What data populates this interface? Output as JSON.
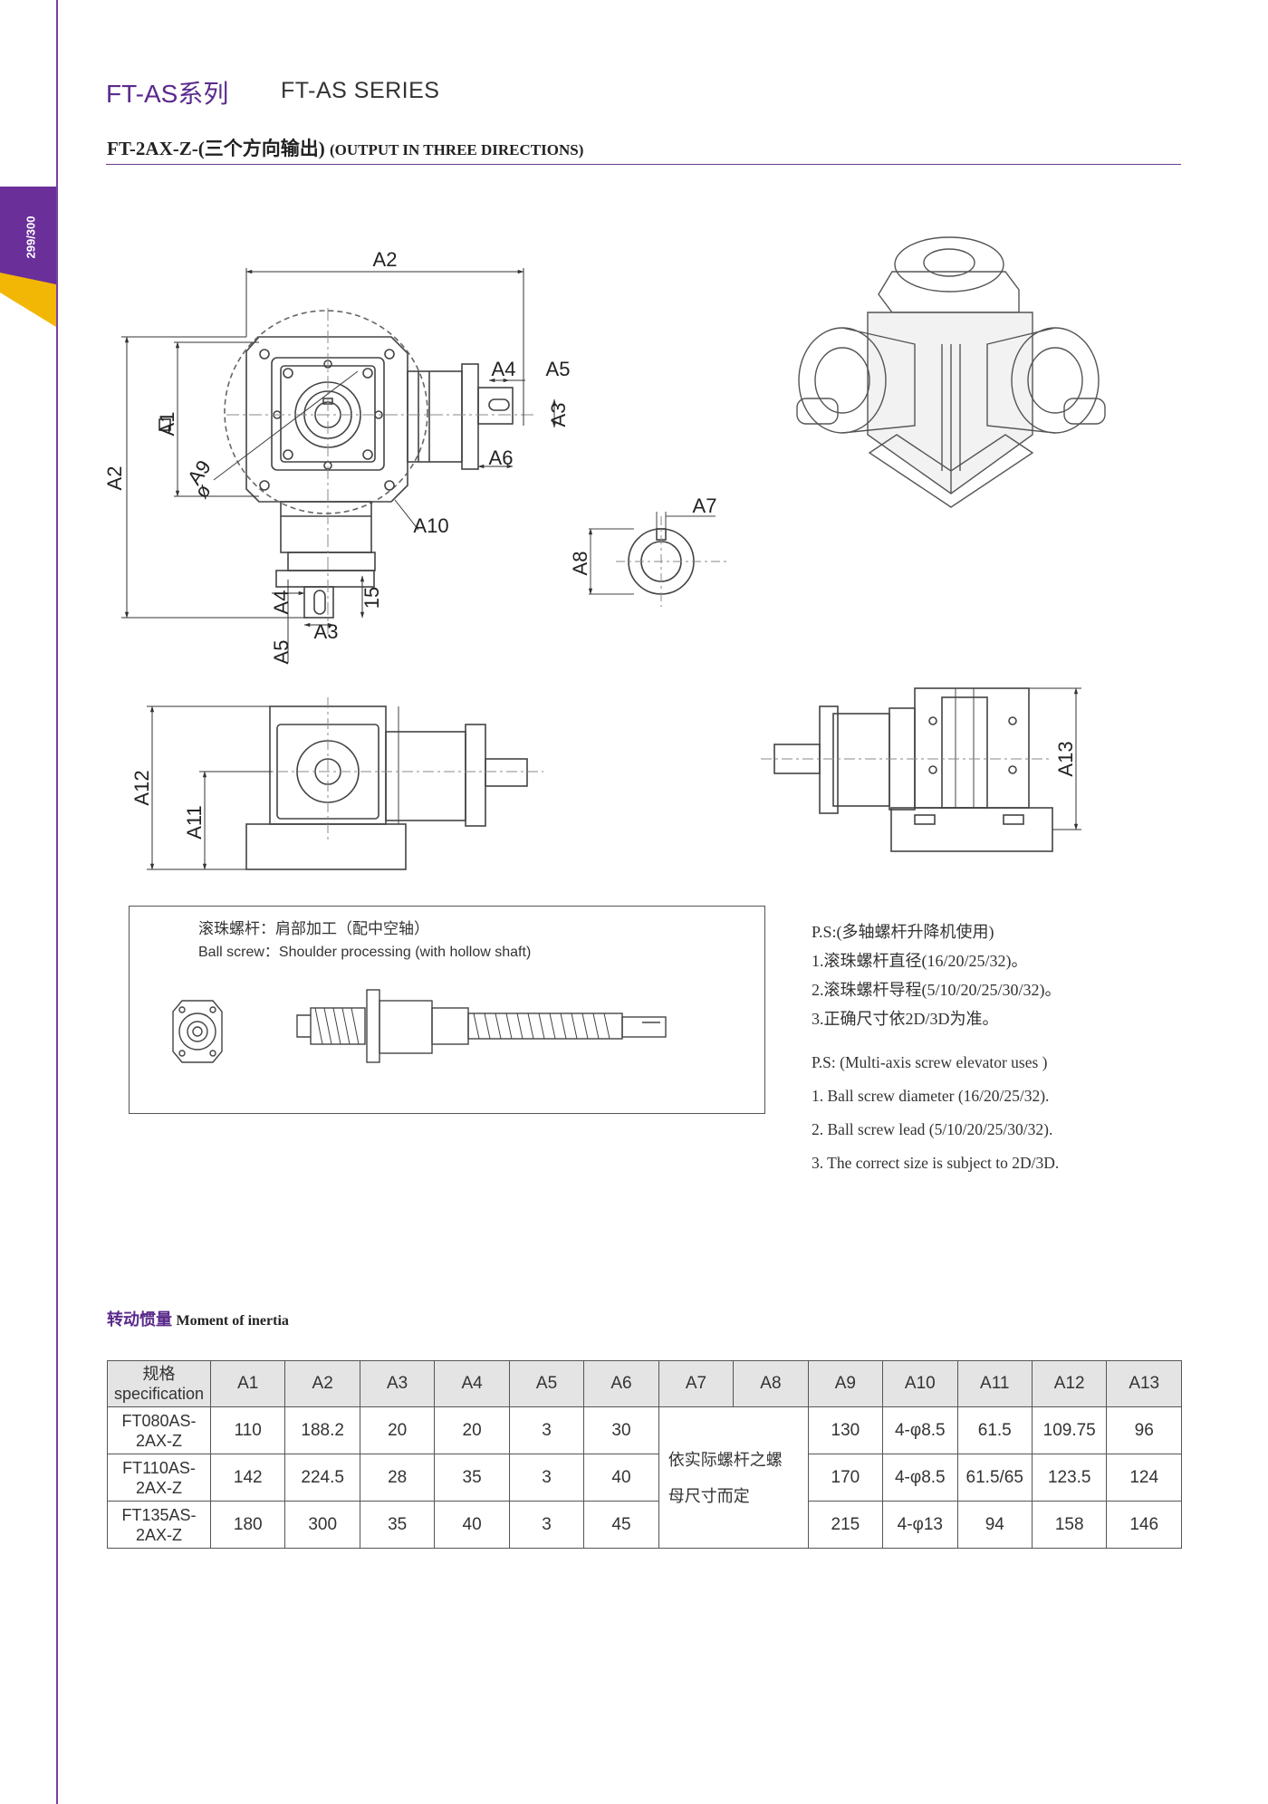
{
  "page_tab": "299/300",
  "header": {
    "series_cn": "FT-AS系列",
    "series_en": "FT-AS SERIES"
  },
  "subtitle": {
    "cn": "FT-2AX-Z-(三个方向输出)",
    "en": "(OUTPUT IN THREE DIRECTIONS)"
  },
  "dimension_labels": {
    "a1": "A1",
    "a2": "A2",
    "a3": "A3",
    "a4": "A4",
    "a5": "A5",
    "a6": "A6",
    "a7": "A7",
    "a8": "A8",
    "a9": "A9",
    "a10": "A10",
    "a11": "A11",
    "a12": "A12",
    "a13": "A13",
    "fifteen": "15"
  },
  "ball_screw": {
    "title_cn": "滚珠螺杆：肩部加工（配中空轴）",
    "title_en": "Ball screw：Shoulder processing (with hollow shaft)"
  },
  "notes": {
    "cn": [
      "P.S:(多轴螺杆升降机使用)",
      "1.滚珠螺杆直径(16/20/25/32)。",
      "2.滚珠螺杆导程(5/10/20/25/30/32)。",
      "3.正确尺寸依2D/3D为准。"
    ],
    "en": [
      "P.S: (Multi-axis screw elevator uses )",
      "1. Ball screw diameter (16/20/25/32).",
      "2. Ball screw lead (5/10/20/25/30/32).",
      "3. The correct size is subject to 2D/3D."
    ]
  },
  "inertia": {
    "title_cn": "转动惯量",
    "title_en": "Moment of inertia"
  },
  "table": {
    "header_spec_cn": "规格",
    "header_spec_en": "specification",
    "columns": [
      "A1",
      "A2",
      "A3",
      "A4",
      "A5",
      "A6",
      "A7",
      "A8",
      "A9",
      "A10",
      "A11",
      "A12",
      "A13"
    ],
    "merged_note": [
      "依实际螺杆之螺",
      "母尺寸而定"
    ],
    "rows": [
      {
        "spec": [
          "FT080AS-",
          "2AX-Z"
        ],
        "a1": "110",
        "a2": "188.2",
        "a3": "20",
        "a4": "20",
        "a5": "3",
        "a6": "30",
        "a9": "130",
        "a10": "4-φ8.5",
        "a11": "61.5",
        "a12": "109.75",
        "a13": "96"
      },
      {
        "spec": [
          "FT110AS-",
          "2AX-Z"
        ],
        "a1": "142",
        "a2": "224.5",
        "a3": "28",
        "a4": "35",
        "a5": "3",
        "a6": "40",
        "a9": "170",
        "a10": "4-φ8.5",
        "a11": "61.5/65",
        "a12": "123.5",
        "a13": "124"
      },
      {
        "spec": [
          "FT135AS-",
          "2AX-Z"
        ],
        "a1": "180",
        "a2": "300",
        "a3": "35",
        "a4": "40",
        "a5": "3",
        "a6": "45",
        "a9": "215",
        "a10": "4-φ13",
        "a11": "94",
        "a12": "158",
        "a13": "146"
      }
    ]
  },
  "colors": {
    "accent_purple": "#6b2f9a",
    "tab_yellow": "#f2b705",
    "line": "#555555"
  }
}
